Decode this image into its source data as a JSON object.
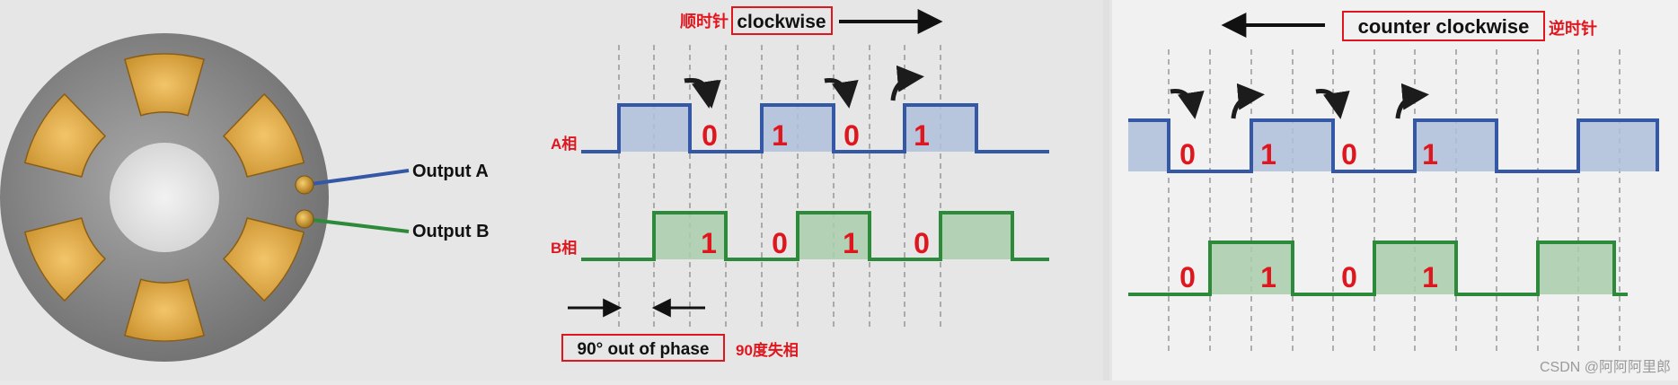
{
  "disk": {
    "output_a_label": "Output A",
    "output_b_label": "Output B"
  },
  "clockwise_panel": {
    "direction_cn": "顺时针",
    "direction_en": "clockwise",
    "channel_a_label": "A相",
    "channel_b_label": "B相",
    "a_bits": [
      "0",
      "1",
      "0",
      "1"
    ],
    "b_bits": [
      "1",
      "0",
      "1",
      "0"
    ],
    "phase_en": "90° out of phase",
    "phase_cn": "90度失相"
  },
  "counter_panel": {
    "direction_en": "counter clockwise",
    "direction_cn": "逆时针",
    "a_bits": [
      "0",
      "1",
      "0",
      "1"
    ],
    "b_bits": [
      "0",
      "1",
      "0",
      "1"
    ]
  },
  "watermark": "CSDN @阿阿阿里郎",
  "colors": {
    "a_channel": "#3558a6",
    "a_fill": "#aebedb",
    "b_channel": "#2d8a3a",
    "b_fill": "#a9ccaa",
    "label_red": "#e0161e",
    "slot_gold": "#e2a844"
  }
}
